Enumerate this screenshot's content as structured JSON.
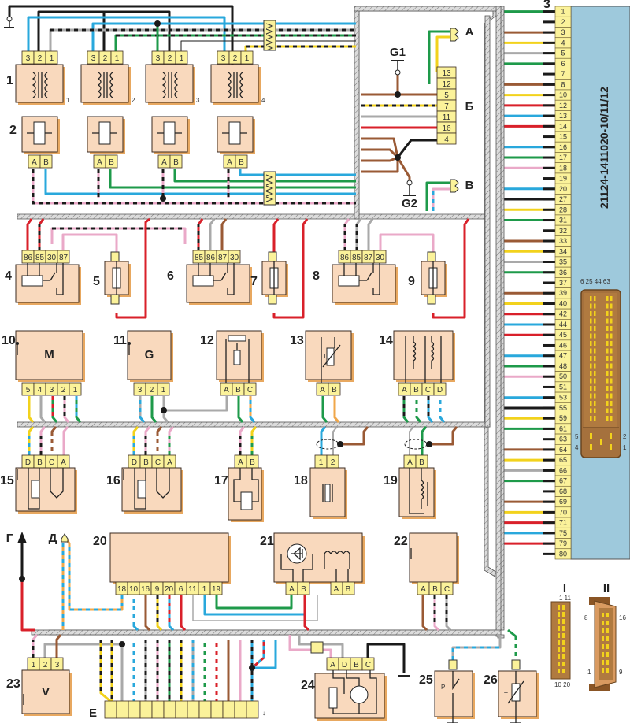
{
  "title": "ECU wiring diagram",
  "ecu": {
    "label": "21124-1411020-10/11/12",
    "callout": "3",
    "pins": [
      "1",
      "2",
      "3",
      "4",
      "5",
      "6",
      "7",
      "8",
      "10",
      "12",
      "13",
      "14",
      "15",
      "16",
      "17",
      "18",
      "19",
      "20",
      "27",
      "28",
      "31",
      "32",
      "33",
      "34",
      "35",
      "36",
      "37",
      "39",
      "40",
      "42",
      "44",
      "45",
      "46",
      "47",
      "48",
      "50",
      "51",
      "53",
      "55",
      "59",
      "61",
      "63",
      "64",
      "65",
      "66",
      "67",
      "68",
      "69",
      "70",
      "71",
      "75",
      "79",
      "80"
    ],
    "connector_top_labels": "6 25 44 63",
    "connector_side_left": [
      "5",
      "4"
    ],
    "connector_side_right": [
      "2",
      "1"
    ]
  },
  "colors": {
    "black": "#1a1a1a",
    "blue": "#29a8dc",
    "gray": "#a9a9a9",
    "green": "#1e9a4a",
    "yellow": "#f2d21c",
    "brown": "#9a5a35",
    "red": "#d9202a",
    "pink": "#eaa9c8",
    "orange": "#f0a74a",
    "white": "#ffffff",
    "component": "#f9d9bd",
    "pin": "#fbf29a",
    "ecu": "#9ec9dc"
  },
  "components": {
    "c1": {
      "callout": "1",
      "pins": [
        "3",
        "2",
        "1"
      ],
      "subs": [
        "1",
        "2",
        "3",
        "4"
      ]
    },
    "c2": {
      "callout": "2",
      "pins": [
        "A",
        "B"
      ]
    },
    "c4": {
      "callout": "4",
      "pins": [
        "86",
        "85",
        "30",
        "87"
      ]
    },
    "c5": {
      "callout": "5"
    },
    "c6": {
      "callout": "6",
      "pins": [
        "85",
        "86",
        "87",
        "30"
      ]
    },
    "c7": {
      "callout": "7"
    },
    "c8": {
      "callout": "8",
      "pins": [
        "86",
        "85",
        "87",
        "30"
      ]
    },
    "c9": {
      "callout": "9"
    },
    "c10": {
      "callout": "10",
      "symbol": "M",
      "pins": [
        "5",
        "4",
        "3",
        "2",
        "1"
      ]
    },
    "c11": {
      "callout": "11",
      "symbol": "G",
      "pins": [
        "3",
        "2",
        "1"
      ]
    },
    "c12": {
      "callout": "12",
      "pins": [
        "A",
        "B",
        "C"
      ]
    },
    "c13": {
      "callout": "13",
      "symbol": "T",
      "pins": [
        "A",
        "B"
      ]
    },
    "c14": {
      "callout": "14",
      "pins": [
        "A",
        "B",
        "C",
        "D"
      ]
    },
    "c15": {
      "callout": "15",
      "pins": [
        "D",
        "B",
        "C",
        "A"
      ]
    },
    "c16": {
      "callout": "16",
      "pins": [
        "D",
        "B",
        "C",
        "A"
      ]
    },
    "c17": {
      "callout": "17",
      "pins": [
        "A",
        "B"
      ]
    },
    "c18": {
      "callout": "18",
      "pins": [
        "1",
        "2"
      ]
    },
    "c19": {
      "callout": "19",
      "pins": [
        "A",
        "B"
      ]
    },
    "c20": {
      "callout": "20",
      "pins": [
        "18",
        "10",
        "16",
        "9",
        "20",
        "6",
        "11",
        "1",
        "19"
      ]
    },
    "c21": {
      "callout": "21",
      "pins": [
        "A",
        "B",
        "A",
        "B"
      ]
    },
    "c22": {
      "callout": "22",
      "pins": [
        "A",
        "B",
        "C"
      ]
    },
    "c23": {
      "callout": "23",
      "symbol": "V",
      "pins": [
        "1",
        "2",
        "3"
      ]
    },
    "c24": {
      "callout": "24",
      "pins": [
        "A",
        "D",
        "B",
        "C"
      ]
    },
    "c25": {
      "callout": "25",
      "symbol": "P"
    },
    "c26": {
      "callout": "26",
      "symbol": "T"
    }
  },
  "block": {
    "pins": [
      "13",
      "12",
      "5",
      "7",
      "11",
      "16",
      "4"
    ],
    "label_A": "А",
    "label_B": "Б",
    "label_V": "В",
    "g1": "G1",
    "g2": "G2"
  },
  "terminals": {
    "G": "Г",
    "D": "Д",
    "E": "Е"
  },
  "connector_views": {
    "I": {
      "label": "I",
      "top": "1 11",
      "bottom": "10 20"
    },
    "II": {
      "label": "II",
      "tl": "8",
      "tr": "16",
      "bl": "1",
      "br": "9"
    }
  }
}
